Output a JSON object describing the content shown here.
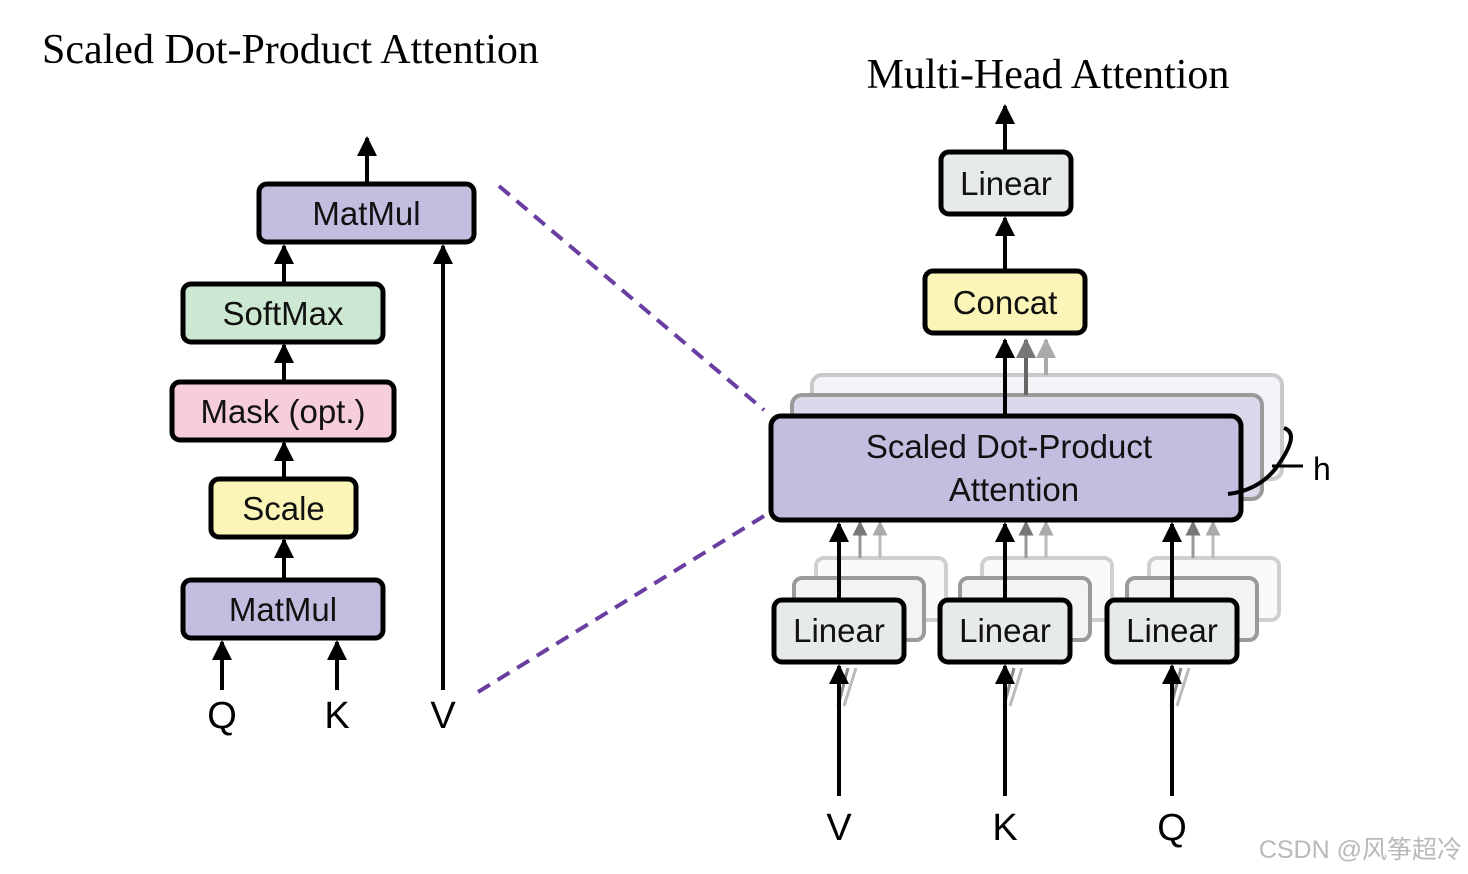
{
  "left_panel": {
    "title": "Scaled Dot-Product Attention",
    "blocks": {
      "matmul_top": "MatMul",
      "softmax": "SoftMax",
      "mask": "Mask (opt.)",
      "scale": "Scale",
      "matmul_bottom": "MatMul"
    },
    "inputs": {
      "q": "Q",
      "k": "K",
      "v": "V"
    }
  },
  "right_panel": {
    "title": "Multi-Head Attention",
    "blocks": {
      "linear_out": "Linear",
      "concat": "Concat",
      "attention_line1": "Scaled Dot-Product",
      "attention_line2": "Attention",
      "linear_v": "Linear",
      "linear_k": "Linear",
      "linear_q": "Linear"
    },
    "heads_label": "h",
    "inputs": {
      "v": "V",
      "k": "K",
      "q": "Q"
    }
  },
  "watermark": "CSDN @风筝超冷",
  "colors": {
    "matmul": "#c4bde0",
    "softmax": "#cde8d2",
    "mask": "#f6cddb",
    "scale": "#fbf6b8",
    "linear": "#e6eae8",
    "concat": "#fbf6b8",
    "attention": "#c4bde0",
    "dashed_connector": "#6a3da0"
  }
}
